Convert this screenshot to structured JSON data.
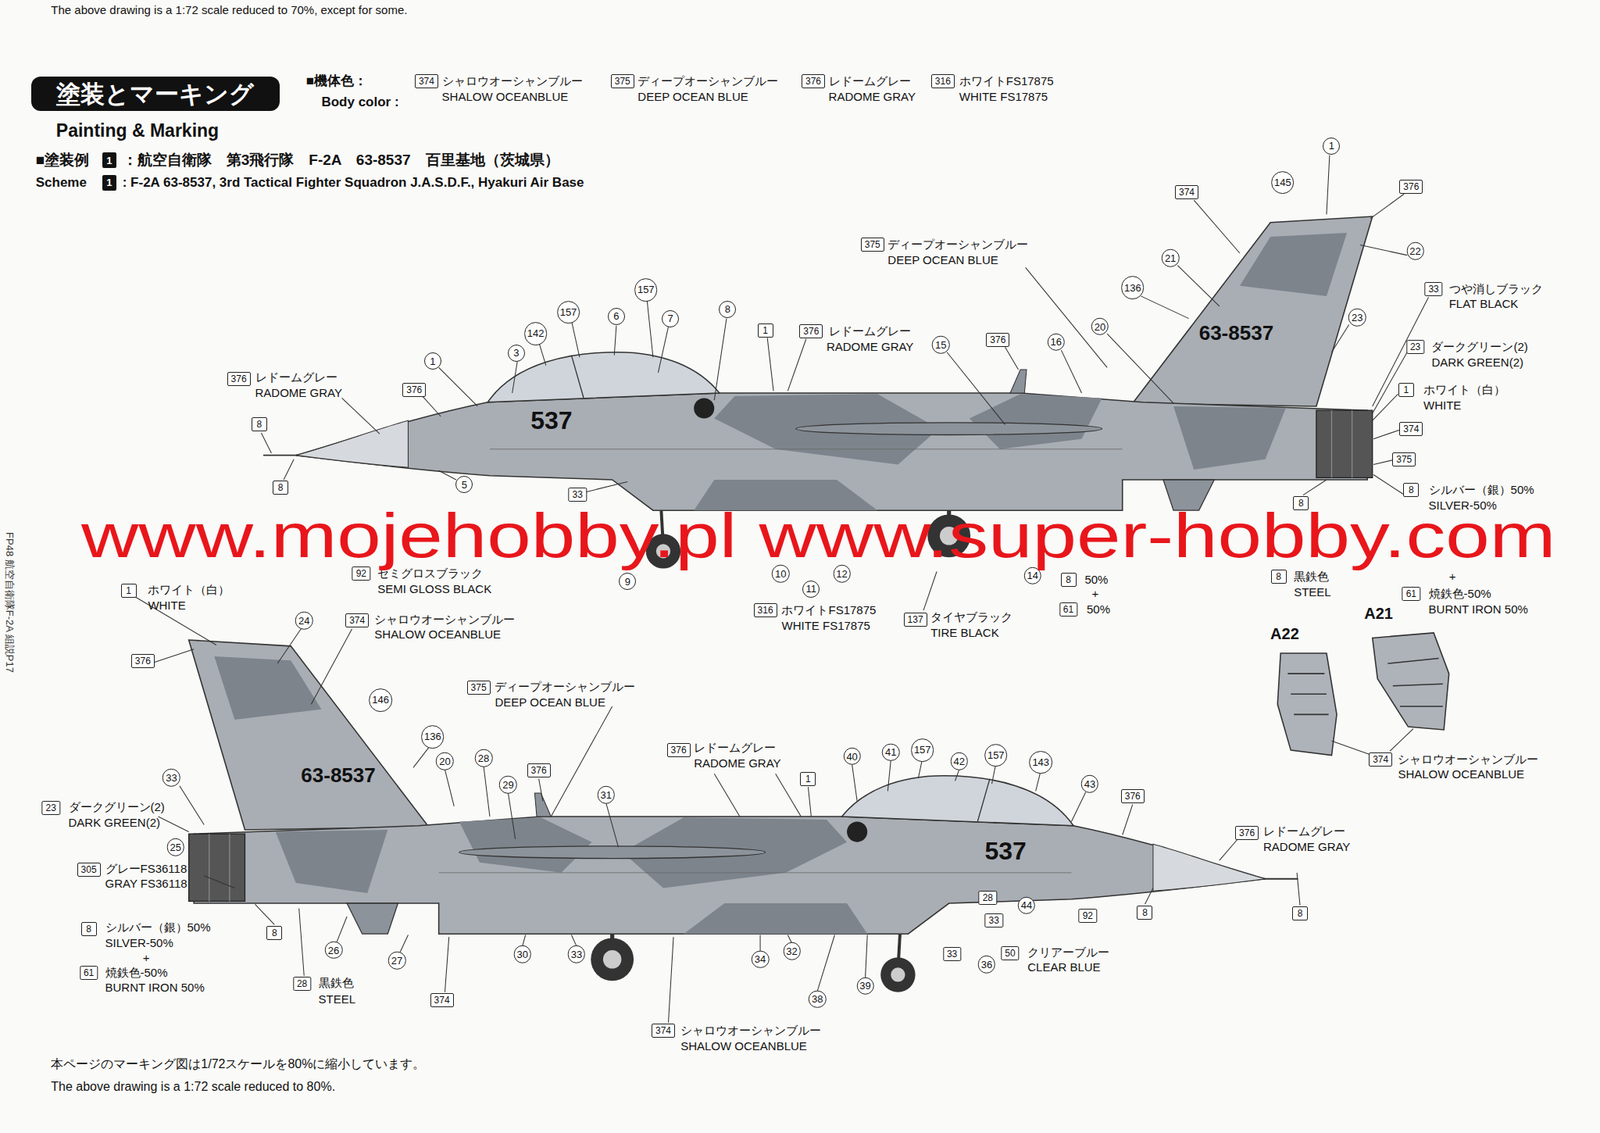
{
  "diagram": {
    "nodes": [
      {
        "text": [
          "塗装とマーキング"
        ]
      },
      {
        "text": [
          "374"
        ]
      },
      {
        "text": [
          "375"
        ]
      },
      {
        "text": [
          "376"
        ]
      },
      {
        "text": [
          "316"
        ]
      },
      {
        "text": [
          "1"
        ]
      },
      {
        "text": [
          "1"
        ]
      },
      {
        "text": [
          "1"
        ]
      },
      {
        "text": [
          "374"
        ]
      },
      {
        "text": [
          "145"
        ]
      },
      {
        "text": [
          "376"
        ]
      },
      {
        "text": [
          "21"
        ]
      },
      {
        "text": [
          "22"
        ]
      },
      {
        "text": [
          "375"
        ]
      },
      {
        "text": [
          "136"
        ]
      },
      {
        "text": [
          "33"
        ]
      },
      {
        "text": [
          "23"
        ]
      },
      {
        "text": [
          "20"
        ]
      },
      {
        "text": [
          "16"
        ]
      },
      {
        "text": [
          "376"
        ]
      },
      {
        "text": [
          "15"
        ]
      },
      {
        "text": [
          "376"
        ]
      },
      {
        "text": [
          "1"
        ]
      },
      {
        "text": [
          "8"
        ]
      },
      {
        "text": [
          "157"
        ]
      },
      {
        "text": [
          "157"
        ]
      },
      {
        "text": [
          "6"
        ]
      },
      {
        "text": [
          "7"
        ]
      },
      {
        "text": [
          "142"
        ]
      },
      {
        "text": [
          "3"
        ]
      },
      {
        "text": [
          "1"
        ]
      },
      {
        "text": [
          "23"
        ]
      },
      {
        "text": [
          "1"
        ]
      },
      {
        "text": [
          "376"
        ]
      },
      {
        "text": [
          "376"
        ]
      },
      {
        "text": [
          "8"
        ]
      },
      {
        "text": [
          "374"
        ]
      },
      {
        "text": [
          "375"
        ]
      },
      {
        "text": [
          "5"
        ]
      },
      {
        "text": [
          "8"
        ]
      },
      {
        "text": [
          "33"
        ]
      },
      {
        "text": [
          "8"
        ]
      },
      {
        "text": [
          "8"
        ]
      },
      {
        "text": [
          "92"
        ]
      },
      {
        "text": [
          "9"
        ]
      },
      {
        "text": [
          "10"
        ]
      },
      {
        "text": [
          "11"
        ]
      },
      {
        "text": [
          "12"
        ]
      },
      {
        "text": [
          "14"
        ]
      },
      {
        "text": [
          "8"
        ]
      },
      {
        "text": [
          "61"
        ]
      },
      {
        "text": [
          "8"
        ]
      },
      {
        "text": [
          "61"
        ]
      },
      {
        "text": [
          "316"
        ]
      },
      {
        "text": [
          "137"
        ]
      },
      {
        "text": [
          "1"
        ]
      },
      {
        "text": [
          "374"
        ]
      },
      {
        "text": [
          "24"
        ]
      },
      {
        "text": [
          "376"
        ]
      },
      {
        "text": [
          "146"
        ]
      },
      {
        "text": [
          "375"
        ]
      },
      {
        "text": [
          "136"
        ]
      },
      {
        "text": [
          "20"
        ]
      },
      {
        "text": [
          "28"
        ]
      },
      {
        "text": [
          "376"
        ]
      },
      {
        "text": [
          "1"
        ]
      },
      {
        "text": [
          "40"
        ]
      },
      {
        "text": [
          "41"
        ]
      },
      {
        "text": [
          "157"
        ]
      },
      {
        "text": [
          "42"
        ]
      },
      {
        "text": [
          "157"
        ]
      },
      {
        "text": [
          "143"
        ]
      },
      {
        "text": [
          "43"
        ]
      },
      {
        "text": [
          "376"
        ]
      },
      {
        "text": [
          "376"
        ]
      },
      {
        "text": [
          "33"
        ]
      },
      {
        "text": [
          "23"
        ]
      },
      {
        "text": [
          "25"
        ]
      },
      {
        "text": [
          "376"
        ]
      },
      {
        "text": [
          "29"
        ]
      },
      {
        "text": [
          "31"
        ]
      },
      {
        "text": [
          "305"
        ]
      },
      {
        "text": [
          "8"
        ]
      },
      {
        "text": [
          "61"
        ]
      },
      {
        "text": [
          "8"
        ]
      },
      {
        "text": [
          "28"
        ]
      },
      {
        "text": [
          "26"
        ]
      },
      {
        "text": [
          "27"
        ]
      },
      {
        "text": [
          "30"
        ]
      },
      {
        "text": [
          "33"
        ]
      },
      {
        "text": [
          "374"
        ]
      },
      {
        "text": [
          "34"
        ]
      },
      {
        "text": [
          "32"
        ]
      },
      {
        "text": [
          "38"
        ]
      },
      {
        "text": [
          "39"
        ]
      },
      {
        "text": [
          "28"
        ]
      },
      {
        "text": [
          "33"
        ]
      },
      {
        "text": [
          "33"
        ]
      },
      {
        "text": [
          "36"
        ]
      },
      {
        "text": [
          "50"
        ]
      },
      {
        "text": [
          "44"
        ]
      },
      {
        "text": [
          "92"
        ]
      },
      {
        "text": [
          "8"
        ]
      },
      {
        "text": [
          "8"
        ]
      },
      {
        "text": [
          "374"
        ]
      },
      {
        "text": [
          "374"
        ]
      }
    ],
    "labels": [
      "The above drawing is a 1:72 scale reduced to 70%, except for some.",
      "Painting & Marking",
      "■機体色：",
      "Body color :",
      "シャロウオーシャンブルー",
      "SHALOW OCEANBLUE",
      "ディープオーシャンブルー",
      "DEEP OCEAN BLUE",
      "レドームグレー",
      "RADOME GRAY",
      "ホワイトFS17875",
      "WHITE FS17875",
      "■塗装例",
      "：航空自衛隊　第3飛行隊　F-2A　63-8537　百里基地（茨城県）",
      "Scheme",
      ": F-2A 63-8537, 3rd Tactical Fighter Squadron J.A.S.D.F.,  Hyakuri Air Base",
      "ディープオーシャンブルー",
      "DEEP OCEAN BLUE",
      "つや消しブラック",
      "FLAT BLACK",
      "ダークグリーン(2)",
      "DARK GREEN(2)",
      "ホワイト（白）",
      "WHITE",
      "レドームグレー",
      "RADOME GRAY",
      "レドームグレー",
      "RADOME GRAY",
      "63-8537",
      "537",
      "シルバー（銀）50%",
      "SILVER-50%",
      "+",
      "焼鉄色-50%",
      "BURNT IRON 50%",
      "セミグロスブラック",
      "SEMI GLOSS BLACK",
      "黒鉄色",
      "STEEL",
      "50%",
      "+",
      "50%",
      "ホワイトFS17875",
      "WHITE FS17875",
      "タイヤブラック",
      "TIRE BLACK",
      "www.mojehobby.pl www.super-hobby.com",
      "FP48 航空自衛隊F-2A 組説P17",
      "A22",
      "A21",
      "ホワイト（白）",
      "WHITE",
      "シャロウオーシャンブルー",
      "SHALOW OCEANBLUE",
      "ディープオーシャンブルー",
      "DEEP OCEAN BLUE",
      "レドームグレー",
      "RADOME GRAY",
      "63-8537",
      "ダークグリーン(2)",
      "DARK GREEN(2)",
      "レドームグレー",
      "RADOME GRAY",
      "537",
      "グレーFS36118",
      "GRAY FS36118",
      "シルバー（銀）50%",
      "SILVER-50%",
      "+",
      "焼鉄色-50%",
      "BURNT IRON 50%",
      "黒鉄色",
      "STEEL",
      "クリアーブルー",
      "CLEAR BLUE",
      "シャロウオーシャンブルー",
      "SHALOW OCEANBLUE",
      "シャロウオーシャンブルー",
      "SHALOW OCEANBLUE",
      "本ページのマーキング図は1/72スケールを80%に縮小しています。",
      "The above drawing is a 1:72 scale reduced to 80%."
    ]
  }
}
